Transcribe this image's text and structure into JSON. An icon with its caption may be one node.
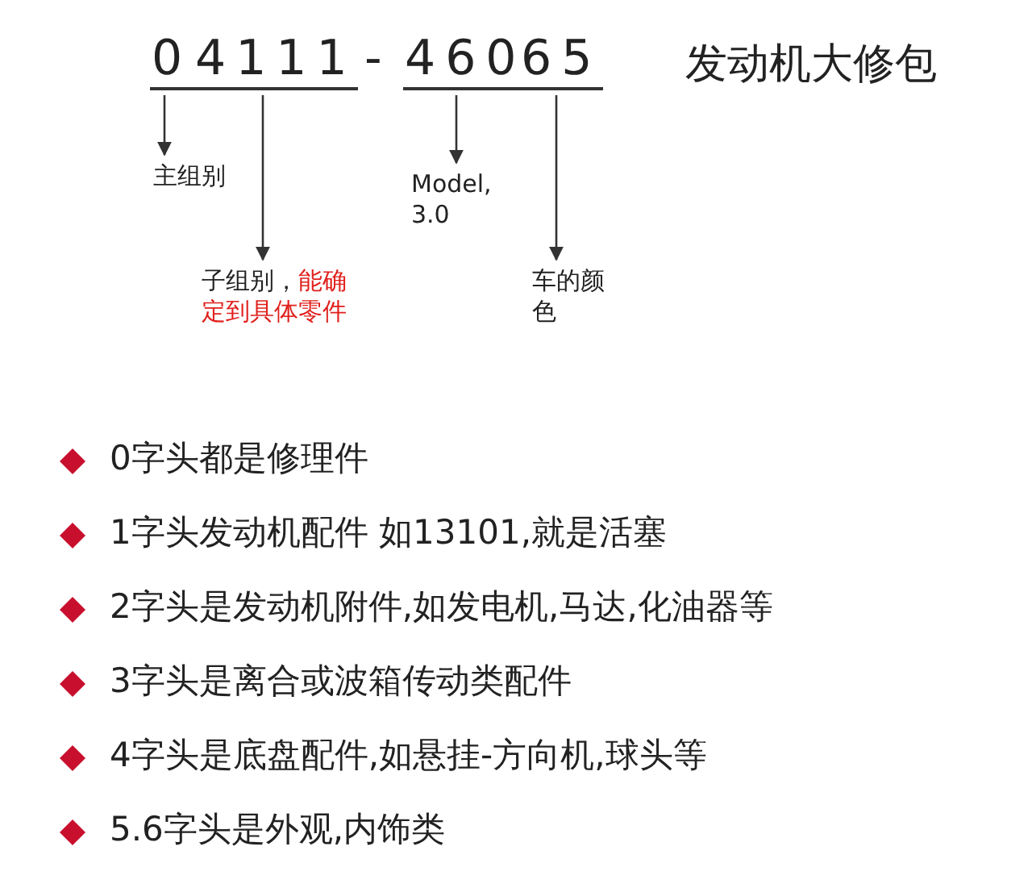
{
  "diagram": {
    "title": "发动机大修包",
    "nodes": [
      {
        "text": [
          "0"
        ]
      },
      {
        "text": [
          "4111"
        ]
      },
      {
        "text": [
          "460"
        ]
      },
      {
        "text": [
          "65"
        ]
      },
      {
        "text": [
          "主组别"
        ]
      },
      {
        "text": [
          "子组别，",
          "能确定到具体零件"
        ]
      },
      {
        "text": [
          "Model, 3.0"
        ]
      },
      {
        "text": [
          "车的颜色"
        ]
      }
    ],
    "edges": [
      {
        "from": 0,
        "to": 4,
        "arrow": "to"
      },
      {
        "from": 1,
        "to": 5,
        "arrow": "to"
      },
      {
        "from": 2,
        "to": 6,
        "arrow": "to"
      },
      {
        "from": 3,
        "to": 7,
        "arrow": "to"
      }
    ],
    "labels": [
      "-",
      "0字头都是修理件",
      "1字头发动机配件 如13101,就是活塞",
      "2字头是发动机附件,如发电机,马达,化油器等",
      "3字头是离合或波箱传动类配件",
      "4字头是底盘配件,如悬挂-方向机,球头等",
      "5.6字头是外观,内饰类"
    ]
  }
}
